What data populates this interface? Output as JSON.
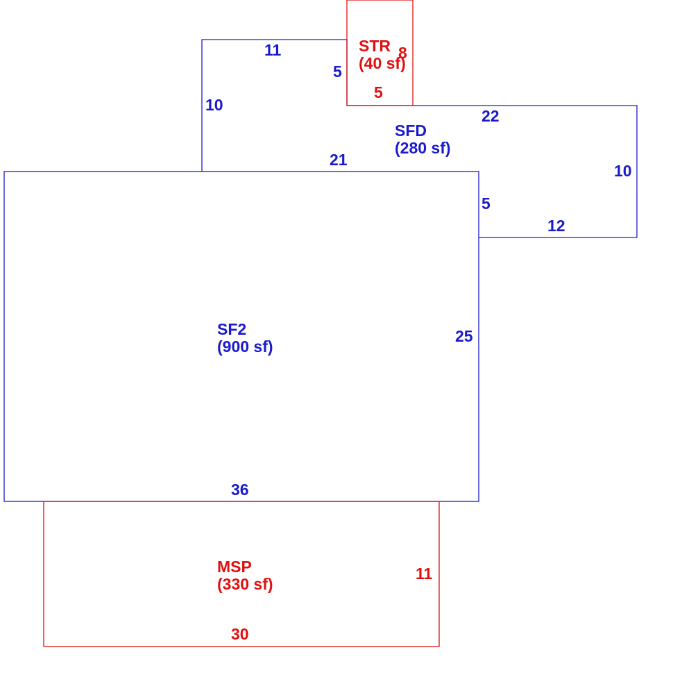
{
  "colors": {
    "main": "#1a1acc",
    "addition": "#e01010"
  },
  "areas": {
    "str": {
      "code": "STR",
      "area": "(40 sf)",
      "dims": {
        "right": "8",
        "bottom": "5"
      }
    },
    "sfd": {
      "code": "SFD",
      "area": "(280 sf)",
      "dims": {
        "top_left": "11",
        "left": "10",
        "step": "5",
        "top_right": "22",
        "right": "10",
        "bottom": "21",
        "bottom_right": "12",
        "step_down": "5"
      }
    },
    "sf2": {
      "code": "SF2",
      "area": "(900 sf)",
      "dims": {
        "right": "25",
        "bottom": "36"
      }
    },
    "msp": {
      "code": "MSP",
      "area": "(330 sf)",
      "dims": {
        "right": "11",
        "bottom": "30"
      }
    }
  }
}
